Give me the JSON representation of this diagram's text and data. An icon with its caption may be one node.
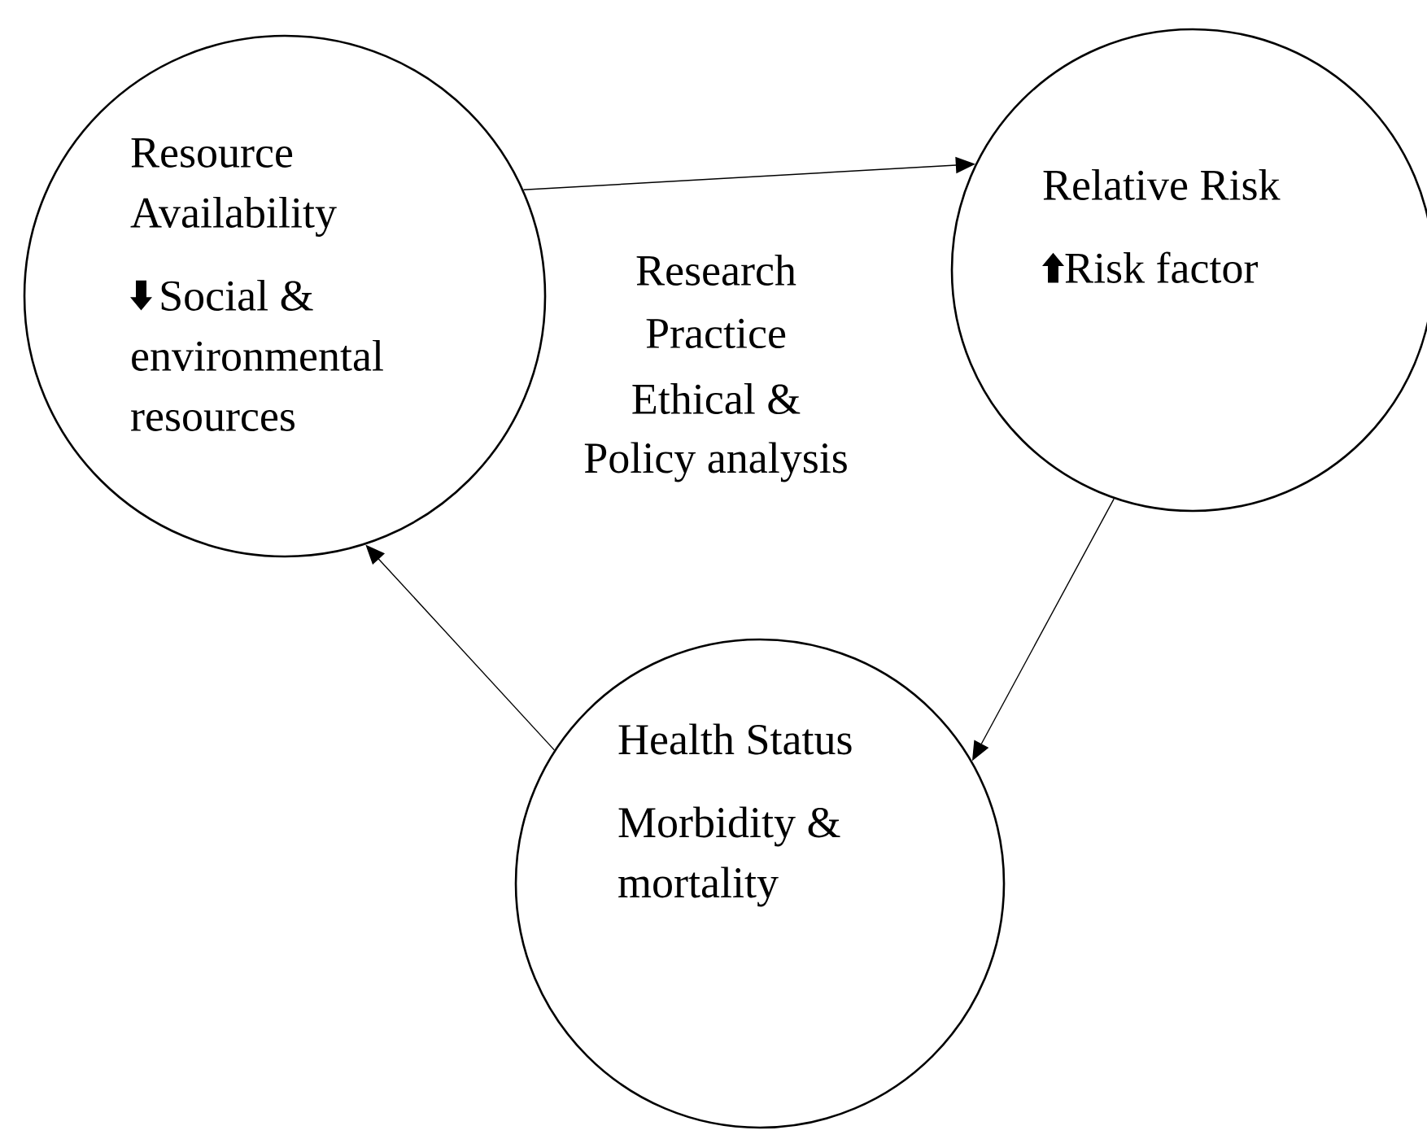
{
  "diagram": {
    "nodes": [
      {
        "text": [
          "Resource Availability",
          "Social & environmental resources"
        ]
      },
      {
        "text": [
          "Relative Risk",
          "Risk factor"
        ]
      },
      {
        "text": [
          "Health Status",
          "Morbidity & mortality"
        ]
      }
    ],
    "edges": [
      {
        "from": 0,
        "to": 1,
        "arrow": "to"
      },
      {
        "from": 1,
        "to": 2,
        "arrow": "to"
      },
      {
        "from": 2,
        "to": 0,
        "arrow": "to"
      }
    ],
    "labels": [
      "Research",
      "Practice",
      "Ethical &",
      "Policy analysis"
    ]
  }
}
